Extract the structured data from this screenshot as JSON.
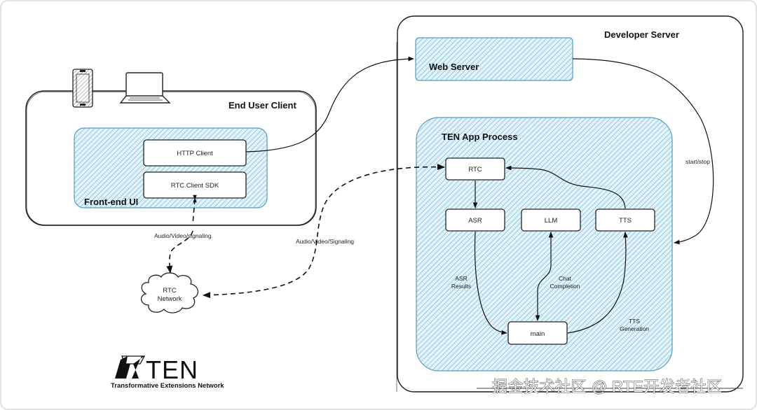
{
  "diagram": {
    "containers": {
      "end_user_client": "End User Client",
      "front_end_ui": "Front-end UI",
      "developer_server": "Developer Server",
      "web_server": "Web Server",
      "ten_app_process": "TEN App Process"
    },
    "nodes": {
      "http_client": "HTTP Client",
      "rtc_client_sdk": "RTC Client SDK",
      "rtc": "RTC",
      "asr": "ASR",
      "llm": "LLM",
      "tts": "TTS",
      "main": "main",
      "rtc_network_line1": "RTC",
      "rtc_network_line2": "Network"
    },
    "edges": {
      "client_av": "Audio/Video/signaling",
      "server_av": "Audio/Video/Signaling",
      "start_stop": "start/stop",
      "asr_results_line1": "ASR",
      "asr_results_line2": "Results",
      "chat_completion_line1": "Chat",
      "chat_completion_line2": "Completion",
      "tts_generation_line1": "TTS",
      "tts_generation_line2": "Generation"
    },
    "icons": {
      "devices": [
        "phone-icon",
        "laptop-icon"
      ]
    },
    "logo": {
      "wordmark": "TEN",
      "tagline": "Transformative Extensions Network"
    },
    "watermark": "掘金技术社区 @ RTE开发者社区",
    "colors": {
      "hatch_fill": "#d7edf5",
      "hatch_stroke": "#5aaed0",
      "border": "#1a1a1a",
      "box_fill": "#ffffff"
    }
  }
}
